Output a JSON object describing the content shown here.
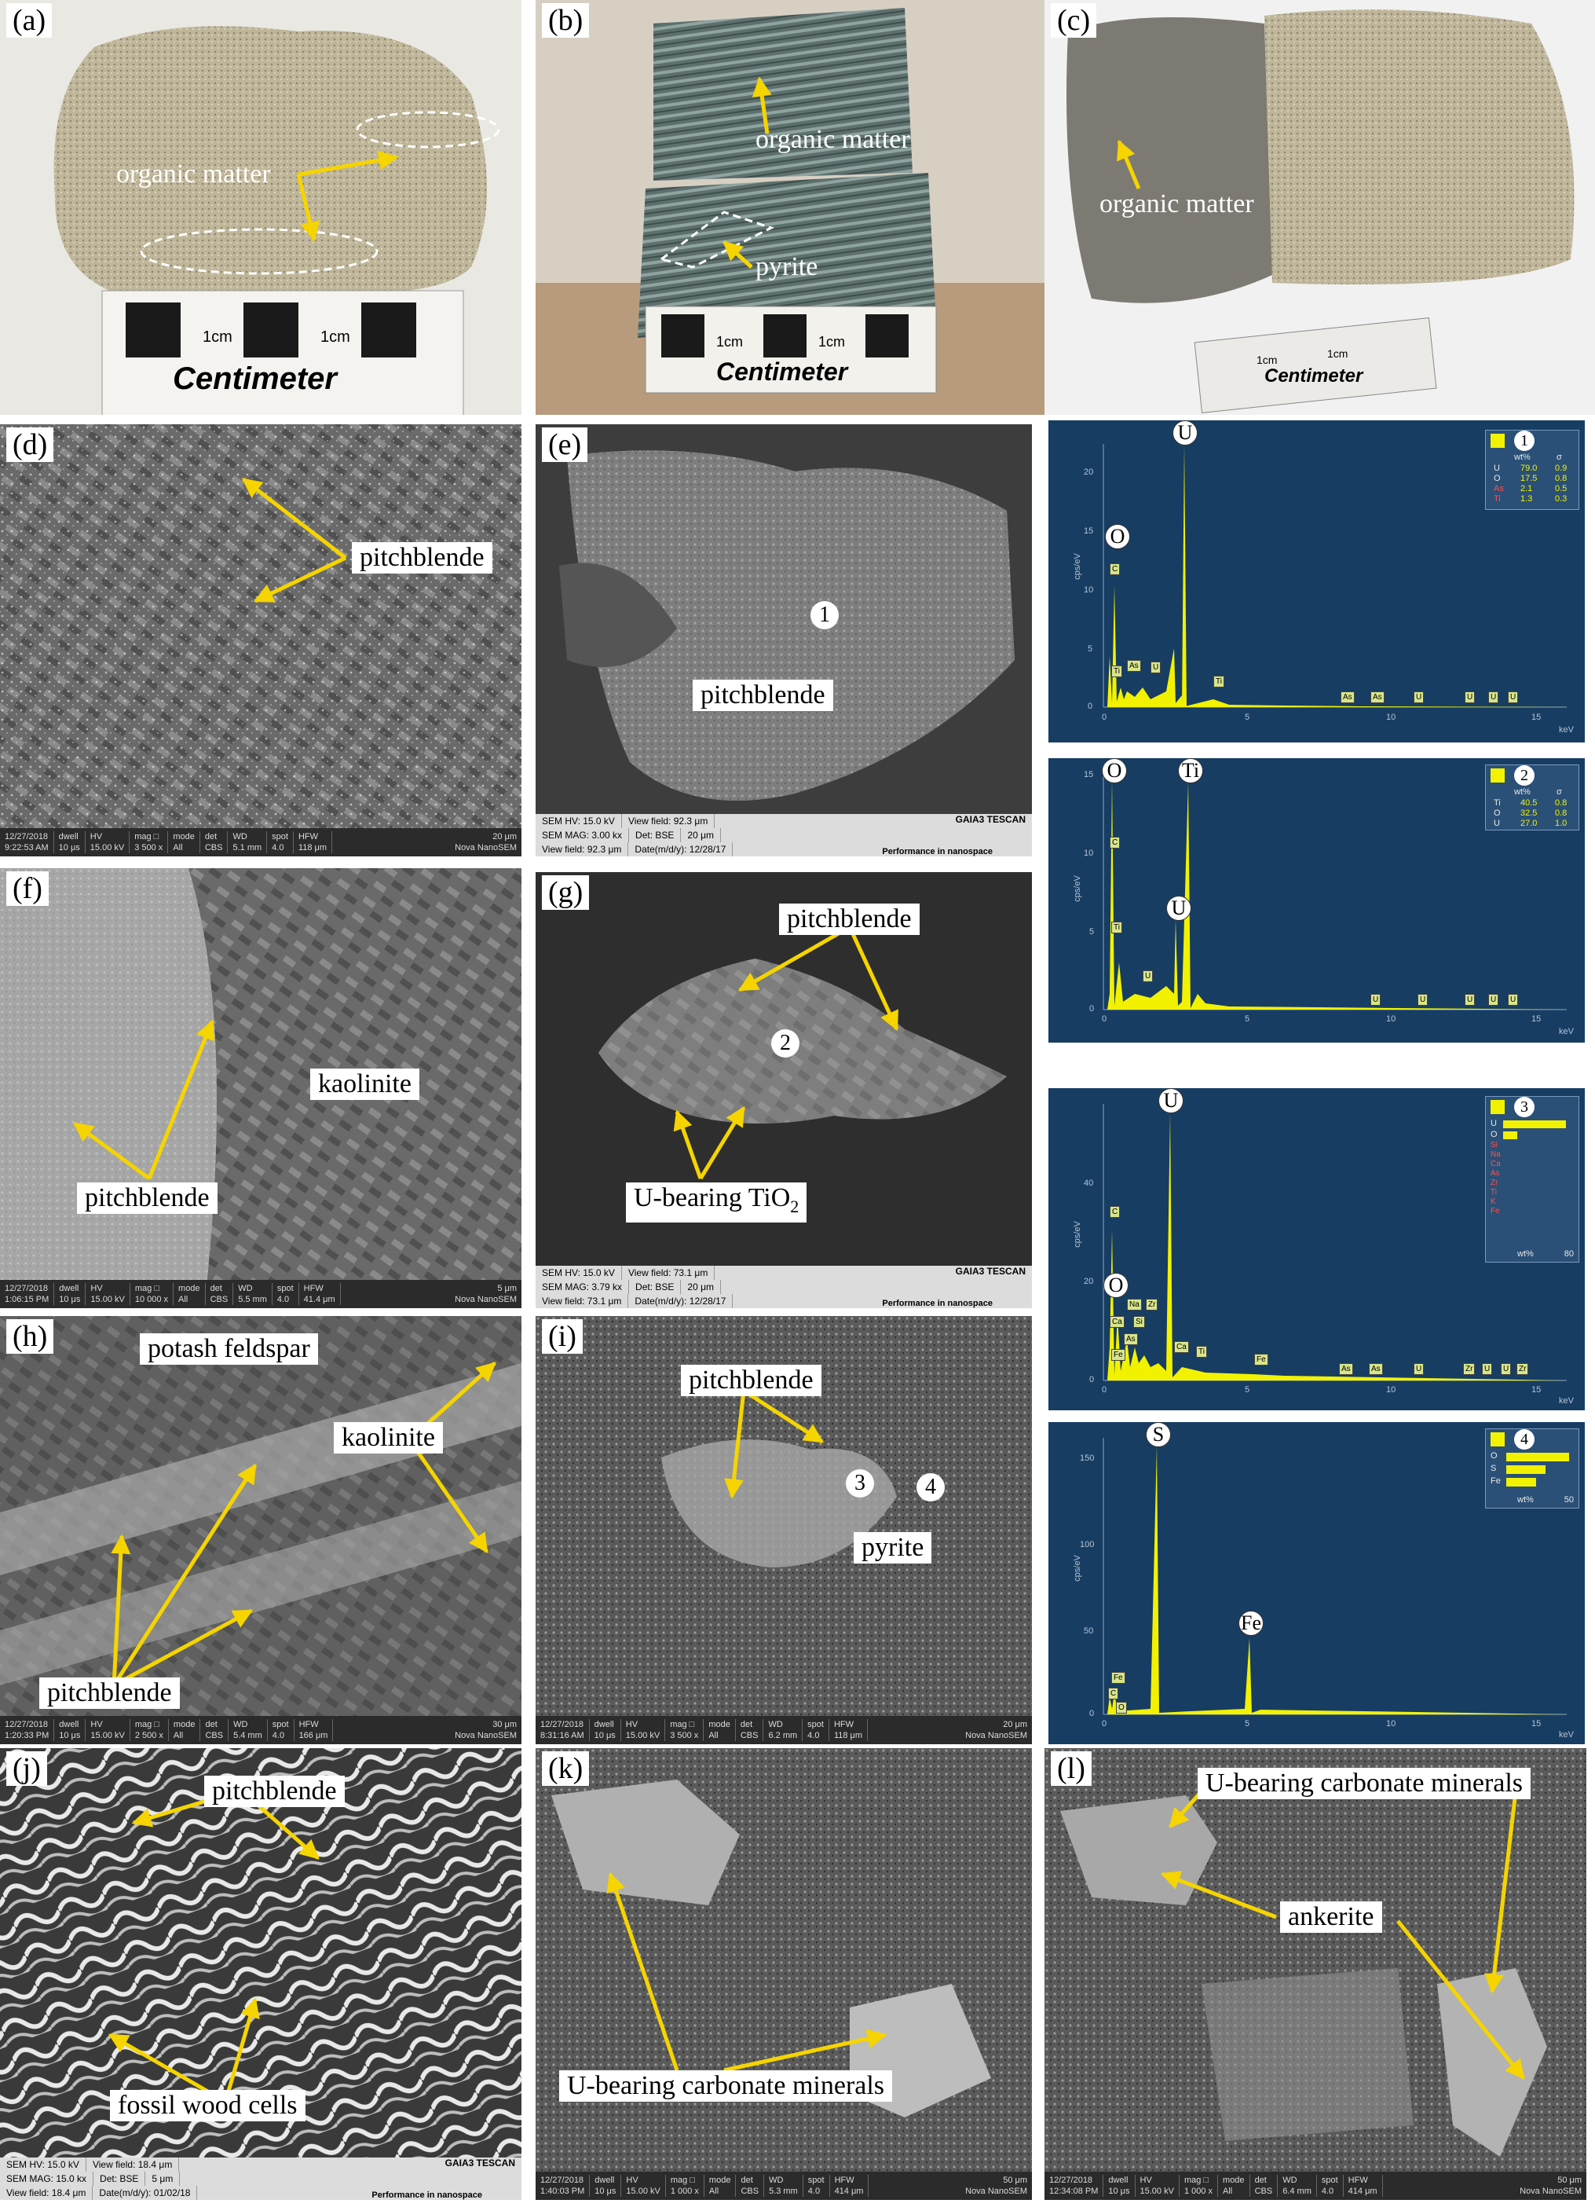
{
  "colors": {
    "arrow": "#f5d400",
    "eds_bg": "#173d63",
    "eds_peak": "#f2f200",
    "sem_bar": "#2b2b2b"
  },
  "panels": {
    "a": {
      "label": "(a)",
      "callouts": [
        "organic matter"
      ],
      "scale": [
        "1cm",
        "1cm",
        "Centimeter"
      ]
    },
    "b": {
      "label": "(b)",
      "callouts": [
        "organic matter",
        "pyrite"
      ],
      "scale": [
        "1cm",
        "1cm",
        "Centimeter"
      ]
    },
    "c": {
      "label": "(c)",
      "callouts": [
        "organic matter"
      ],
      "scale": [
        "1cm",
        "1cm",
        "Centimeter"
      ]
    },
    "d": {
      "label": "(d)",
      "callouts": [
        "pitchblende"
      ],
      "bar": [
        "12/27/2018",
        "9:22:53 AM",
        "dwell",
        "10 μs",
        "HV",
        "15.00 kV",
        "mag □",
        "3 500 x",
        "mode",
        "All",
        "det",
        "CBS",
        "WD",
        "5.1 mm",
        "spot",
        "4.0",
        "HFW",
        "118 μm",
        "20 μm",
        "Nova NanoSEM"
      ]
    },
    "e": {
      "label": "(e)",
      "callouts": [
        "pitchblende"
      ],
      "point": "1",
      "bar": [
        "SEM HV: 15.0 kV",
        "View field: 92.3 μm",
        "GAIA3 TESCAN",
        "SEM MAG: 3.00 kx",
        "Det: BSE",
        "20 μm",
        "View field: 92.3 μm",
        "Date(m/d/y): 12/28/17",
        "Performance in nanospace"
      ]
    },
    "f": {
      "label": "(f)",
      "callouts": [
        "kaolinite",
        "pitchblende"
      ],
      "bar": [
        "12/27/2018",
        "1:06:15 PM",
        "dwell",
        "10 μs",
        "HV",
        "15.00 kV",
        "mag □",
        "10 000 x",
        "mode",
        "All",
        "det",
        "CBS",
        "WD",
        "5.5 mm",
        "spot",
        "4.0",
        "HFW",
        "41.4 μm",
        "5 μm",
        "Nova NanoSEM"
      ]
    },
    "g": {
      "label": "(g)",
      "callouts": [
        "pitchblende",
        "U-bearing TiO",
        "2"
      ],
      "point": "2",
      "bar": [
        "SEM HV: 15.0 kV",
        "View field: 73.1 μm",
        "GAIA3 TESCAN",
        "SEM MAG: 3.79 kx",
        "Det: BSE",
        "20 μm",
        "View field: 73.1 μm",
        "Date(m/d/y): 12/28/17",
        "Performance in nanospace"
      ]
    },
    "h": {
      "label": "(h)",
      "callouts": [
        "potash feldspar",
        "kaolinite",
        "pitchblende"
      ],
      "bar": [
        "12/27/2018",
        "1:20:33 PM",
        "dwell",
        "10 μs",
        "HV",
        "15.00 kV",
        "mag □",
        "2 500 x",
        "mode",
        "All",
        "det",
        "CBS",
        "WD",
        "5.4 mm",
        "spot",
        "4.0",
        "HFW",
        "166 μm",
        "30 μm",
        "Nova NanoSEM"
      ]
    },
    "i": {
      "label": "(i)",
      "callouts": [
        "pitchblende",
        "pyrite"
      ],
      "points": [
        "3",
        "4"
      ],
      "bar": [
        "12/27/2018",
        "8:31:16 AM",
        "dwell",
        "10 μs",
        "HV",
        "15.00 kV",
        "mag □",
        "3 500 x",
        "mode",
        "All",
        "det",
        "CBS",
        "WD",
        "6.2 mm",
        "spot",
        "4.0",
        "HFW",
        "118 μm",
        "20 μm",
        "Nova NanoSEM"
      ]
    },
    "j": {
      "label": "(j)",
      "callouts": [
        "pitchblende",
        "fossil wood cells"
      ],
      "bar": [
        "SEM HV: 15.0 kV",
        "View field: 18.4 μm",
        "GAIA3 TESCAN",
        "SEM MAG: 15.0 kx",
        "Det: BSE",
        "5 μm",
        "View field: 18.4 μm",
        "Date(m/d/y): 01/02/18",
        "Performance in nanospace"
      ]
    },
    "k": {
      "label": "(k)",
      "callouts": [
        "U-bearing carbonate minerals"
      ],
      "bar": [
        "12/27/2018",
        "1:40:03 PM",
        "dwell",
        "10 μs",
        "HV",
        "15.00 kV",
        "mag □",
        "1 000 x",
        "mode",
        "All",
        "det",
        "CBS",
        "WD",
        "5.3 mm",
        "spot",
        "4.0",
        "HFW",
        "414 μm",
        "50 μm",
        "Nova NanoSEM"
      ]
    },
    "l": {
      "label": "(l)",
      "callouts": [
        "U-bearing carbonate minerals",
        "ankerite"
      ],
      "bar": [
        "12/27/2018",
        "12:34:08 PM",
        "dwell",
        "10 μs",
        "HV",
        "15.00 kV",
        "mag □",
        "1 000 x",
        "mode",
        "All",
        "det",
        "CBS",
        "WD",
        "6.4 mm",
        "spot",
        "4.0",
        "HFW",
        "414 μm",
        "50 μm",
        "Nova NanoSEM"
      ]
    }
  },
  "eds": [
    {
      "id": "1",
      "yticks": [
        "0",
        "5",
        "10",
        "15",
        "20"
      ],
      "xticks": [
        "0",
        "5",
        "10",
        "15"
      ],
      "xunit": "keV",
      "yunit": "cps/eV",
      "header": [
        "wt%",
        "σ"
      ],
      "rows": [
        [
          "U",
          "79.0",
          "0.9"
        ],
        [
          "O",
          "17.5",
          "0.8"
        ],
        [
          "As",
          "2.1",
          "0.5"
        ],
        [
          "Ti",
          "1.3",
          "0.3"
        ]
      ],
      "circled": [
        "U",
        "O"
      ],
      "boxed": [
        "C",
        "Ti",
        "As",
        "U",
        "Ti",
        "As",
        "As",
        "U",
        "U",
        "U",
        "U"
      ]
    },
    {
      "id": "2",
      "yticks": [
        "0",
        "5",
        "10",
        "15"
      ],
      "xticks": [
        "0",
        "5",
        "10",
        "15"
      ],
      "xunit": "keV",
      "yunit": "cps/eV",
      "header": [
        "wt%",
        "σ"
      ],
      "rows": [
        [
          "Ti",
          "40.5",
          "0.8"
        ],
        [
          "O",
          "32.5",
          "0.8"
        ],
        [
          "U",
          "27.0",
          "1.0"
        ]
      ],
      "circled": [
        "O",
        "Ti",
        "U"
      ],
      "boxed": [
        "C",
        "Ti",
        "U",
        "U",
        "U",
        "U",
        "U",
        "U"
      ]
    },
    {
      "id": "3",
      "yticks": [
        "0",
        "20",
        "40"
      ],
      "xticks": [
        "0",
        "5",
        "10",
        "15"
      ],
      "xunit": "keV",
      "yunit": "cps/eV",
      "bars": [
        {
          "el": "U",
          "v": 1.0
        },
        {
          "el": "O",
          "v": 0.22
        }
      ],
      "minor": [
        "Si",
        "Na",
        "Ca",
        "As",
        "Zr",
        "Ti",
        "K",
        "Fe"
      ],
      "axis": [
        "wt%",
        "80"
      ],
      "circled": [
        "U",
        "O"
      ],
      "boxed": [
        "C",
        "Na",
        "Zr",
        "Ca",
        "Si",
        "As",
        "Fe",
        "Ca",
        "Ti",
        "Fe",
        "As",
        "As",
        "U",
        "Zr",
        "U",
        "U",
        "Zr"
      ]
    },
    {
      "id": "4",
      "yticks": [
        "0",
        "50",
        "100",
        "150"
      ],
      "xticks": [
        "0",
        "5",
        "10",
        "15"
      ],
      "xunit": "keV",
      "yunit": "cps/eV",
      "bars": [
        {
          "el": "O",
          "v": 1.0
        },
        {
          "el": "S",
          "v": 0.62
        },
        {
          "el": "Fe",
          "v": 0.48
        }
      ],
      "axis": [
        "wt%",
        "50"
      ],
      "circled": [
        "S",
        "Fe"
      ],
      "boxed": [
        "Fe",
        "C",
        "O"
      ]
    }
  ]
}
